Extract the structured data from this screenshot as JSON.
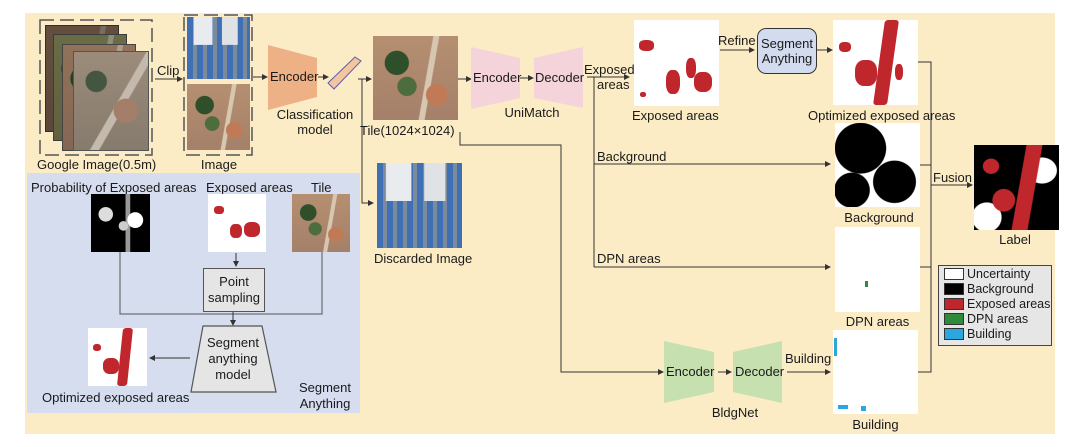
{
  "input": {
    "google_image_label": "Google Image(0.5m)",
    "clip_label": "Clip",
    "image_label": "Image"
  },
  "classification": {
    "encoder_label": "Encoder",
    "model_label_line1": "Classification",
    "model_label_line2": "model",
    "encoder_color": "#eeb085"
  },
  "tile": {
    "label": "Tile(1024×1024)",
    "discarded_label": "Discarded Image"
  },
  "unimatch": {
    "encoder_label": "Encoder",
    "decoder_label": "Decoder",
    "name": "UniMatch",
    "color": "#f5d3da",
    "output_label_line1": "Exposed",
    "output_label_line2": "areas",
    "result_label": "Exposed areas"
  },
  "refine": {
    "arrow_label": "Refine",
    "box_line1": "Segment",
    "box_line2": "Anything",
    "result_label": "Optimized exposed areas"
  },
  "branches": {
    "background_arrow": "Background",
    "background_result": "Background",
    "dpn_arrow": "DPN areas",
    "dpn_result": "DPN areas"
  },
  "bldgnet": {
    "encoder_label": "Encoder",
    "decoder_label": "Decoder",
    "name": "BldgNet",
    "color": "#c6e0b0",
    "arrow_label": "Building",
    "result_label": "Building"
  },
  "fusion": {
    "arrow_label": "Fusion",
    "result_label": "Label"
  },
  "legend": {
    "items": [
      {
        "label": "Uncertainty",
        "color": "#ffffff"
      },
      {
        "label": "Background",
        "color": "#000000"
      },
      {
        "label": "Exposed areas",
        "color": "#c0272d"
      },
      {
        "label": "DPN areas",
        "color": "#2e8b3a"
      },
      {
        "label": "Building",
        "color": "#2aa7e0"
      }
    ]
  },
  "sam_panel": {
    "prob_label": "Probability of Exposed areas",
    "exposed_label": "Exposed areas",
    "tile_label": "Tile",
    "point_line1": "Point",
    "point_line2": "sampling",
    "model_line1": "Segment",
    "model_line2": "anything",
    "model_line3": "model",
    "result_label": "Optimized exposed areas",
    "panel_title_line1": "Segment",
    "panel_title_line2": "Anything"
  }
}
